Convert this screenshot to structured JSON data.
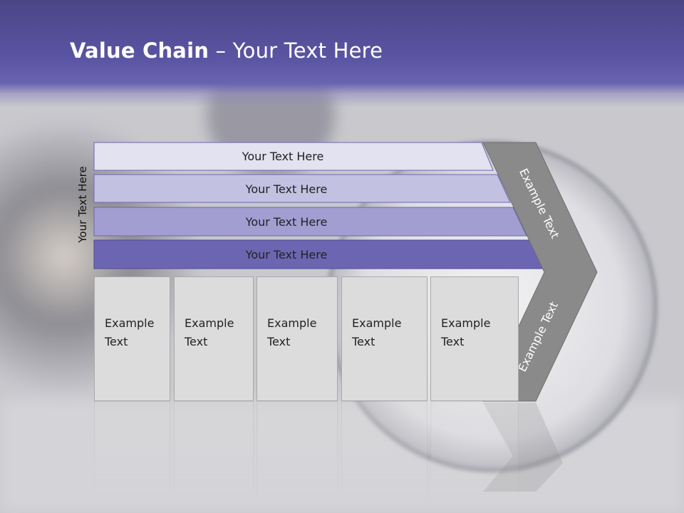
{
  "slide": {
    "title_bold": "Value Chain",
    "title_rest": " – Your Text Here",
    "side_label": "Your Text Here",
    "bars": [
      {
        "label": "Your Text Here",
        "color": "#e2e2f0"
      },
      {
        "label": "Your Text Here",
        "color": "#c3c1e2"
      },
      {
        "label": "Your Text Here",
        "color": "#a29ed2"
      },
      {
        "label": "Your Text Here",
        "color": "#6c66b2"
      }
    ],
    "cells": [
      {
        "line1": "Example",
        "line2": "Text"
      },
      {
        "line1": "Example",
        "line2": "Text"
      },
      {
        "line1": "Example",
        "line2": "Text"
      },
      {
        "line1": "Example",
        "line2": "Text"
      },
      {
        "line1": "Example",
        "line2": "Text"
      }
    ],
    "arrow_upper_text": "Example Text",
    "arrow_lower_text": "Example Text",
    "colors": {
      "header": "#5a55a3",
      "arrow": "#8a8a8a",
      "cell": "#dcdcdc"
    }
  }
}
